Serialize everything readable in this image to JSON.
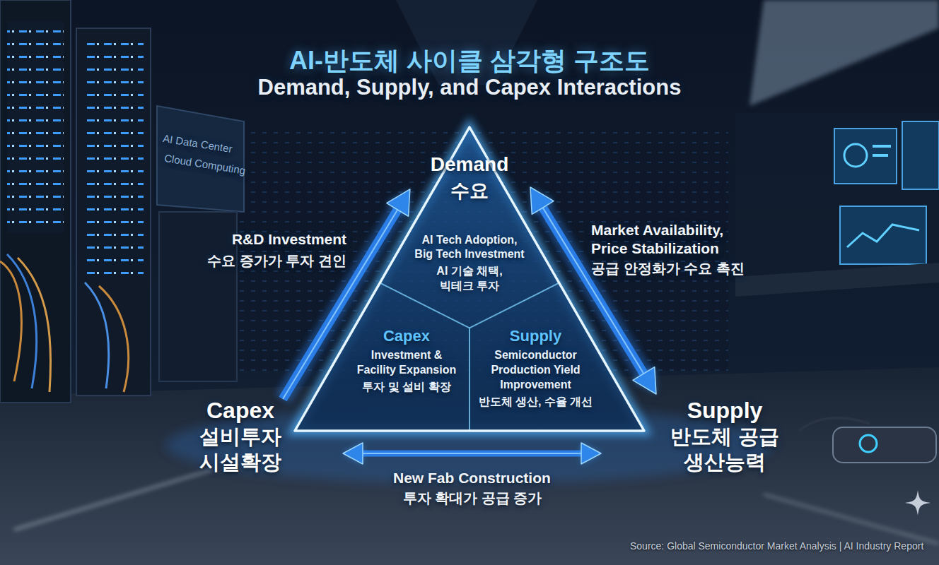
{
  "diagram": {
    "title": "AI-반도체 사이클 삼각형 구조도",
    "caption": "Source: Global Semiconductor Market Analysis | AI Industry Report",
    "nodes": [
      {
        "text": [
          "Demand",
          "수요"
        ]
      },
      {
        "text": [
          "AI Tech Adoption, Big Tech Investment",
          "AI 기술 채택, 빅테크 투자"
        ],
        "in": 0
      },
      {
        "text": [
          "Capex",
          "Investment & Facility Expansion",
          "투자 및 설비 확장"
        ],
        "in": 0
      },
      {
        "text": [
          "Supply",
          "Semiconductor Production Yield Improvement",
          "반도체 생산, 수율 개선"
        ],
        "in": 0
      },
      {
        "text": [
          "Capex",
          "설비투자 시설확장"
        ]
      },
      {
        "text": [
          "Supply",
          "반도체 공급 생산능력"
        ]
      }
    ],
    "edges": [
      {
        "from": 4,
        "to": 0,
        "arrow": "to",
        "label": "R&D Investment"
      },
      {
        "from": 0,
        "to": 5,
        "arrow": "both",
        "label": "Market Availability, Price Stabilization"
      },
      {
        "from": 4,
        "to": 5,
        "arrow": "both",
        "label": "New Fab Construction"
      }
    ],
    "labels": [
      "Demand, Supply, and Capex Interactions",
      "수요 증가가 투자 견인",
      "공급 안정화가 수요 촉진",
      "투자 확대가 공급 증가",
      "AI Data Center",
      "Cloud Computing"
    ]
  }
}
